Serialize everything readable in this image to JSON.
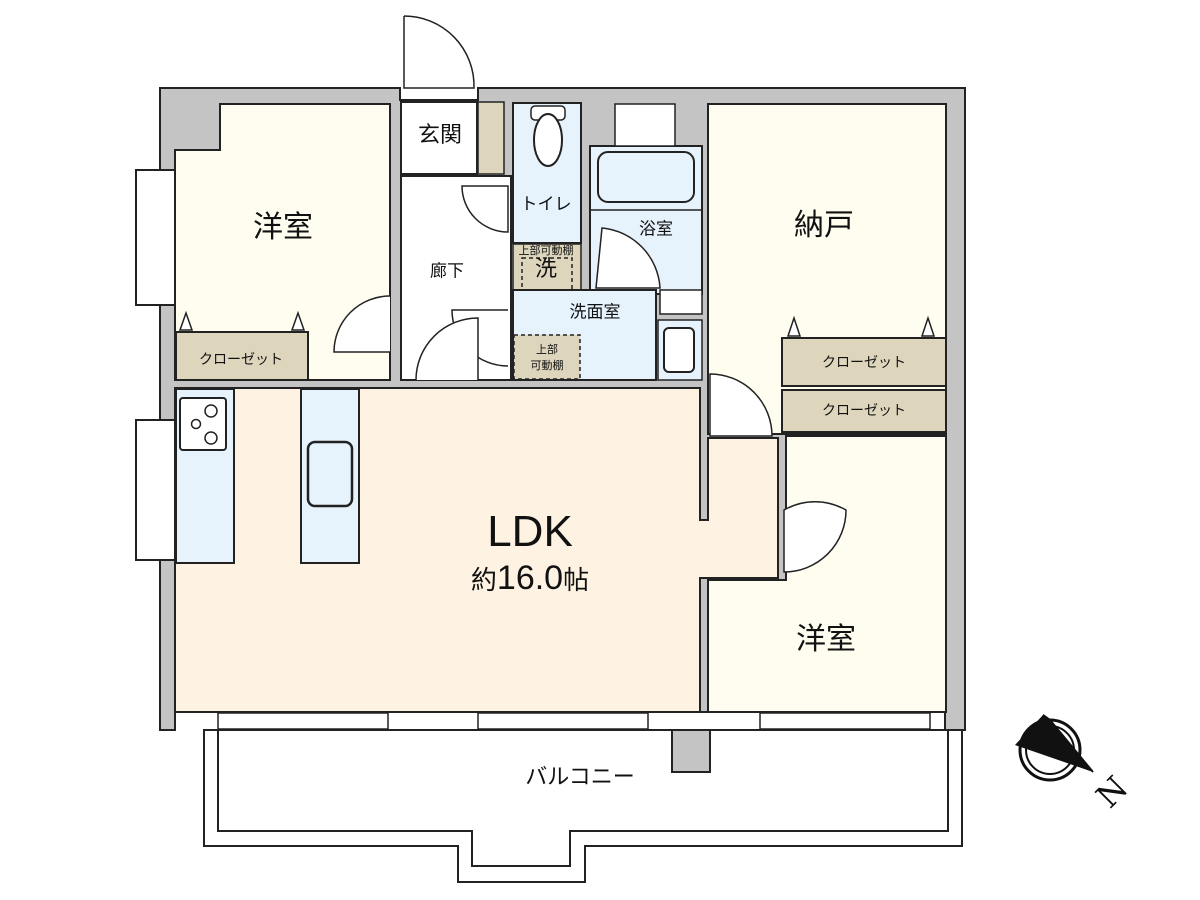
{
  "floorplan": {
    "colors": {
      "wall": "#c4c4c4",
      "outline": "#222222",
      "room_cream": "#fefdf0",
      "ldk_fill": "#fef3e2",
      "wet_area": "#e6f3fc",
      "closet": "#ddd6bc",
      "balcony": "#ffffff"
    },
    "rooms": {
      "western_room_nw": {
        "label": "洋室"
      },
      "entrance": {
        "label": "玄関"
      },
      "toilet": {
        "label": "トイレ"
      },
      "hallway": {
        "label": "廊下"
      },
      "bathroom": {
        "label": "浴室"
      },
      "washroom": {
        "label": "洗面室"
      },
      "laundry": {
        "top_label": "上部可動棚",
        "label": "洗"
      },
      "washroom_shelf": {
        "line1": "上部",
        "line2": "可動棚"
      },
      "storage_room": {
        "label": "納戸"
      },
      "closet_nw": {
        "label": "クローゼット"
      },
      "closet_ne_1": {
        "label": "クローゼット"
      },
      "closet_ne_2": {
        "label": "クローゼット"
      },
      "ldk": {
        "label": "LDK",
        "size_prefix": "約",
        "size_value": "16.0",
        "size_unit": "帖"
      },
      "western_room_se": {
        "label": "洋室"
      },
      "balcony": {
        "label": "バルコニー"
      }
    },
    "compass": {
      "direction_label": "N",
      "icon": "compass-icon"
    }
  }
}
